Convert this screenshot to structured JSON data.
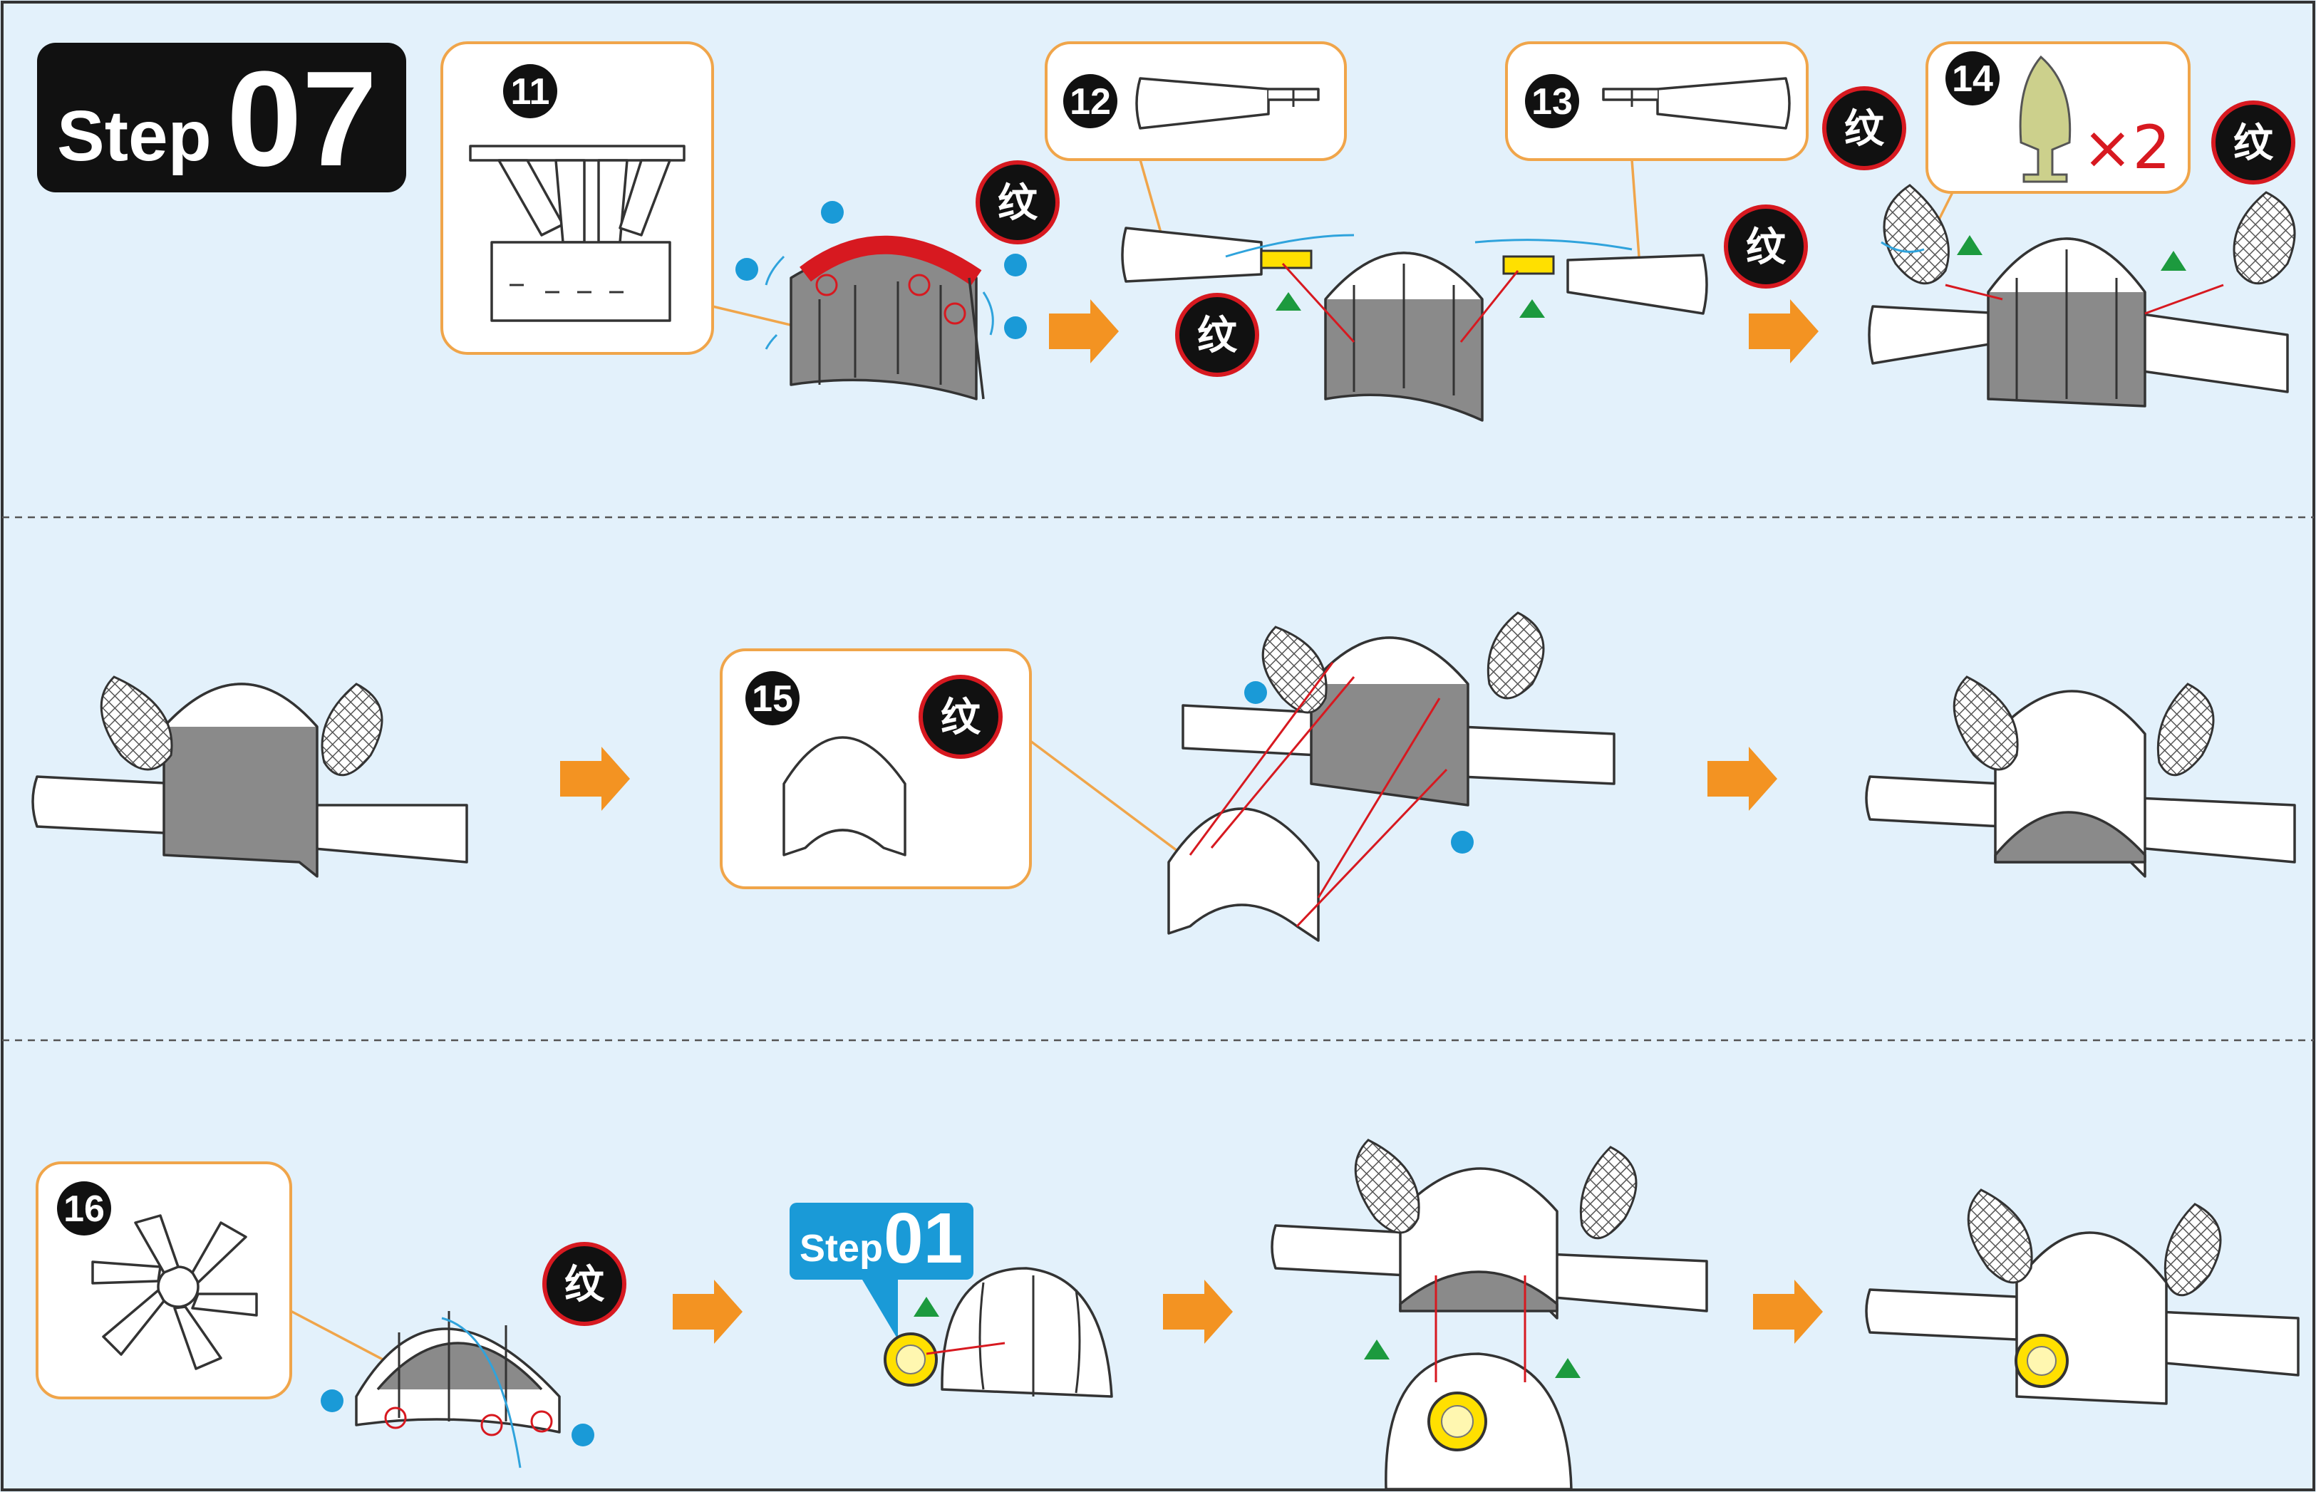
{
  "header": {
    "step_word": "Step",
    "step_number": "07"
  },
  "mini_step": {
    "step_word": "Step",
    "step_number": "01"
  },
  "callouts": {
    "n11": "11",
    "n12": "12",
    "n13": "13",
    "n14": "14",
    "n15": "15",
    "n16": "16"
  },
  "pattern_label": "纹",
  "quantity": "×2",
  "colors": {
    "background": "#e3f1fb",
    "header_badge": "#111111",
    "mini_badge": "#1a9ad7",
    "arrow_orange": "#f39322",
    "accent_red": "#d71920",
    "accent_blue": "#1a9ad7",
    "accent_green": "#1c9a3e",
    "callout_border": "#f0a54a"
  }
}
